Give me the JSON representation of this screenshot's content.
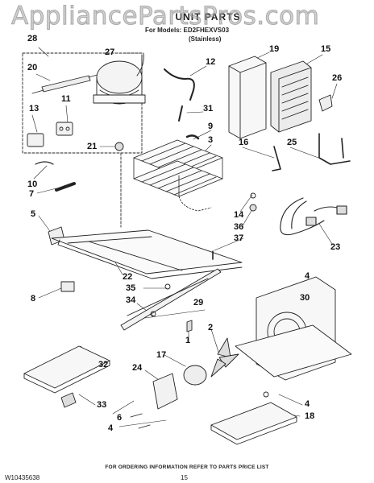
{
  "watermark": "AppliancePartsPros.com",
  "header": {
    "title": "UNIT PARTS",
    "model_line": "For Models: ED2FHEXVS03",
    "finish": "(Stainless)"
  },
  "callouts": [
    {
      "id": "c28",
      "label": "28"
    },
    {
      "id": "c27",
      "label": "27"
    },
    {
      "id": "c20",
      "label": "20"
    },
    {
      "id": "c11",
      "label": "11"
    },
    {
      "id": "c13",
      "label": "13"
    },
    {
      "id": "c21",
      "label": "21"
    },
    {
      "id": "c12",
      "label": "12"
    },
    {
      "id": "c31",
      "label": "31"
    },
    {
      "id": "c9",
      "label": "9"
    },
    {
      "id": "c3",
      "label": "3"
    },
    {
      "id": "c19",
      "label": "19"
    },
    {
      "id": "c15",
      "label": "15"
    },
    {
      "id": "c26",
      "label": "26"
    },
    {
      "id": "c16",
      "label": "16"
    },
    {
      "id": "c25",
      "label": "25"
    },
    {
      "id": "c10",
      "label": "10"
    },
    {
      "id": "c7",
      "label": "7"
    },
    {
      "id": "c14",
      "label": "14"
    },
    {
      "id": "c36",
      "label": "36"
    },
    {
      "id": "c37",
      "label": "37"
    },
    {
      "id": "c5",
      "label": "5"
    },
    {
      "id": "c23",
      "label": "23"
    },
    {
      "id": "c22",
      "label": "22"
    },
    {
      "id": "c4a",
      "label": "4"
    },
    {
      "id": "c35",
      "label": "35"
    },
    {
      "id": "c30",
      "label": "30"
    },
    {
      "id": "c8",
      "label": "8"
    },
    {
      "id": "c34",
      "label": "34"
    },
    {
      "id": "c29",
      "label": "29"
    },
    {
      "id": "c2",
      "label": "2"
    },
    {
      "id": "c1",
      "label": "1"
    },
    {
      "id": "c17",
      "label": "17"
    },
    {
      "id": "c24",
      "label": "24"
    },
    {
      "id": "c32",
      "label": "32"
    },
    {
      "id": "c33",
      "label": "33"
    },
    {
      "id": "c6",
      "label": "6"
    },
    {
      "id": "c4b",
      "label": "4"
    },
    {
      "id": "c4c",
      "label": "4"
    },
    {
      "id": "c18",
      "label": "18"
    }
  ],
  "footer": {
    "note": "FOR ORDERING INFORMATION REFER TO PARTS PRICE LIST",
    "doc_number": "W10435638",
    "page": "15"
  }
}
